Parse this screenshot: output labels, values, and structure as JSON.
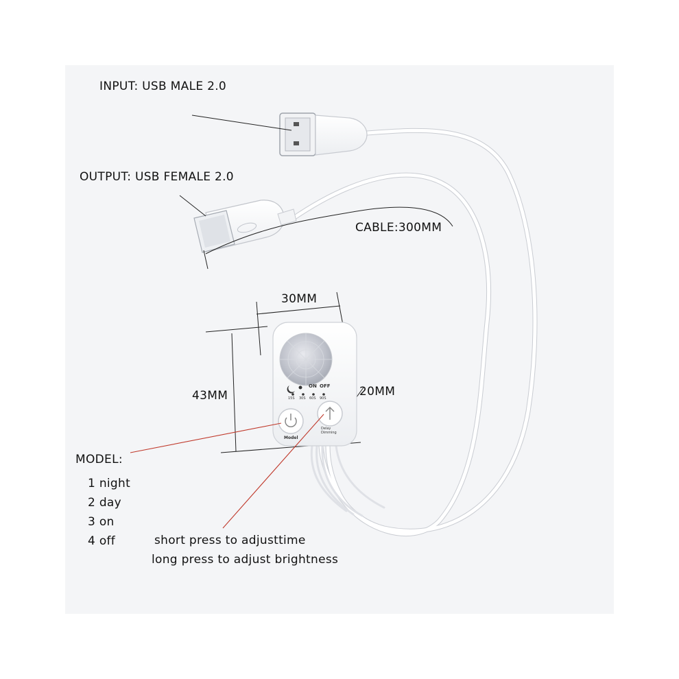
{
  "labels": {
    "input": "INPUT: USB MALE 2.0",
    "output": "OUTPUT: USB FEMALE 2.0",
    "cable": "CABLE:300MM",
    "width": "30MM",
    "height": "43MM",
    "depth": "20MM"
  },
  "model": {
    "heading": "MODEL:",
    "items": [
      "1 night",
      "2 day",
      "3 on",
      "4 off"
    ]
  },
  "notes": {
    "short_press": "short press to adjusttime",
    "long_press": "long press to adjust brightness"
  },
  "device": {
    "panel_text": [
      "15S",
      "30S",
      "60S",
      "90S"
    ],
    "on_label": "ON",
    "off_label": "OFF",
    "model_button_label": "Model",
    "delay_button_label": "Delay\nDimming"
  },
  "colors": {
    "background": "#f4f5f7",
    "cable": "#ffffff",
    "pointer_red": "#c0392b",
    "device_body": "#fbfbfb"
  }
}
